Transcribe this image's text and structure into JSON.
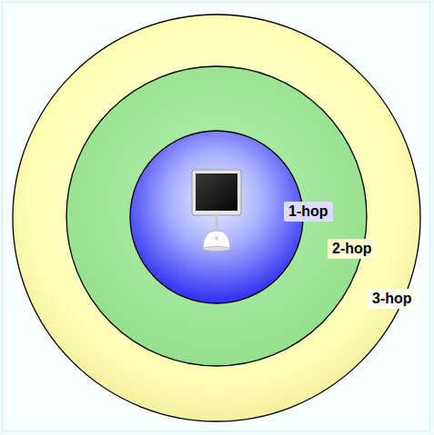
{
  "diagram": {
    "nodes": [
      {
        "text": [
          "3-hop"
        ]
      },
      {
        "text": [
          "2-hop"
        ],
        "in": 0
      },
      {
        "text": [
          "1-hop"
        ],
        "in": 1
      }
    ]
  }
}
